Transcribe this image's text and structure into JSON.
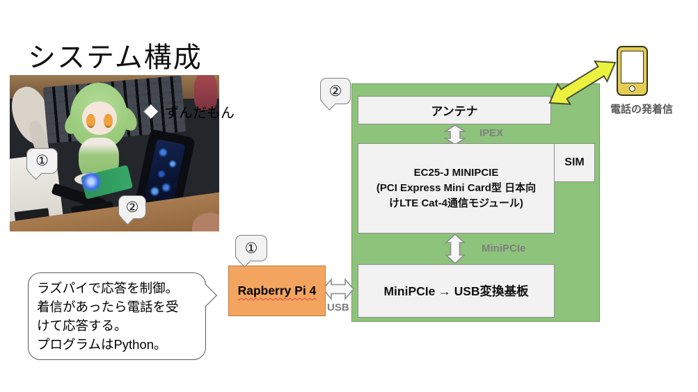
{
  "slide": {
    "title": "システム構成"
  },
  "colors": {
    "panel-green": "#8dc37b",
    "box-gray": "#f2f2f2",
    "accent-orange": "#f3a55f",
    "arrow-yellow": "#ebf23e",
    "label-gray": "#7f7f7f",
    "phone-gold": "#e4cd55"
  },
  "photo": {
    "caption_bubble": "ずんだもん",
    "callout_1": "①",
    "callout_2": "②"
  },
  "diagram": {
    "callout_2": "②",
    "antenna_label": "アンテナ",
    "ipex_label": "IPEX",
    "module_line1": "EC25-J MINIPCIE",
    "module_line2": "(PCI Express Mini Card型 日本向",
    "module_line3": "けLTE Cat-4通信モジュール)",
    "sim_label": "SIM",
    "minipcie_label": "MiniPCIe",
    "converter_label": "MiniPCIe → USB変換基板",
    "usb_label": "USB"
  },
  "raspberry": {
    "callout_1": "①",
    "label": "Rapberry Pi 4"
  },
  "phone": {
    "label": "電話の発着信"
  },
  "note_bubble": {
    "lines": [
      "ラズパイで応答を制御。",
      "着信があったら電話を受",
      "けて応答する。",
      "プログラムはPython。"
    ]
  }
}
